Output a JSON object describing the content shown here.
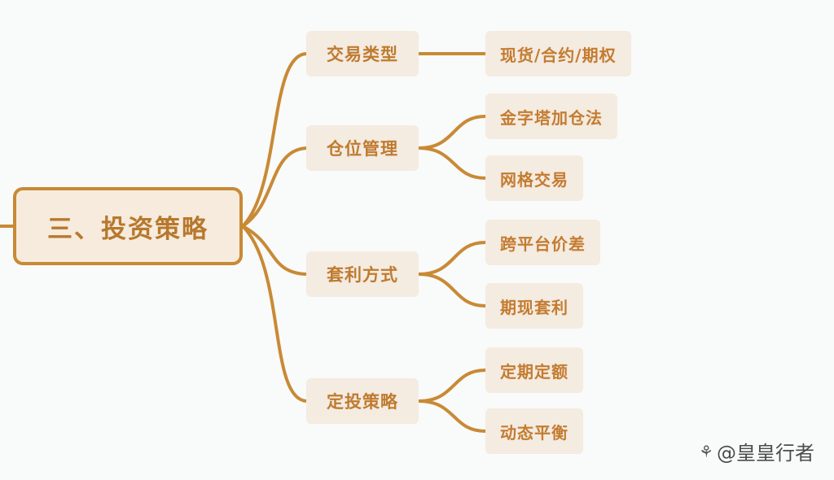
{
  "mindmap": {
    "root": "三、投资策略",
    "branches": [
      {
        "label": "交易类型",
        "children": [
          "现货/合约/期权"
        ]
      },
      {
        "label": "仓位管理",
        "children": [
          "金字塔加仓法",
          "网格交易"
        ]
      },
      {
        "label": "套利方式",
        "children": [
          "跨平台价差",
          "期现套利"
        ]
      },
      {
        "label": "定投策略",
        "children": [
          "定期定额",
          "动态平衡"
        ]
      }
    ]
  },
  "watermark": {
    "icon": "paw-icon",
    "text": "@皇皇行者"
  },
  "colors": {
    "line": "#c88a35",
    "node_bg": "#f4ebe1",
    "text": "#bf7b2f",
    "root_bg": "#f6ebdd"
  }
}
